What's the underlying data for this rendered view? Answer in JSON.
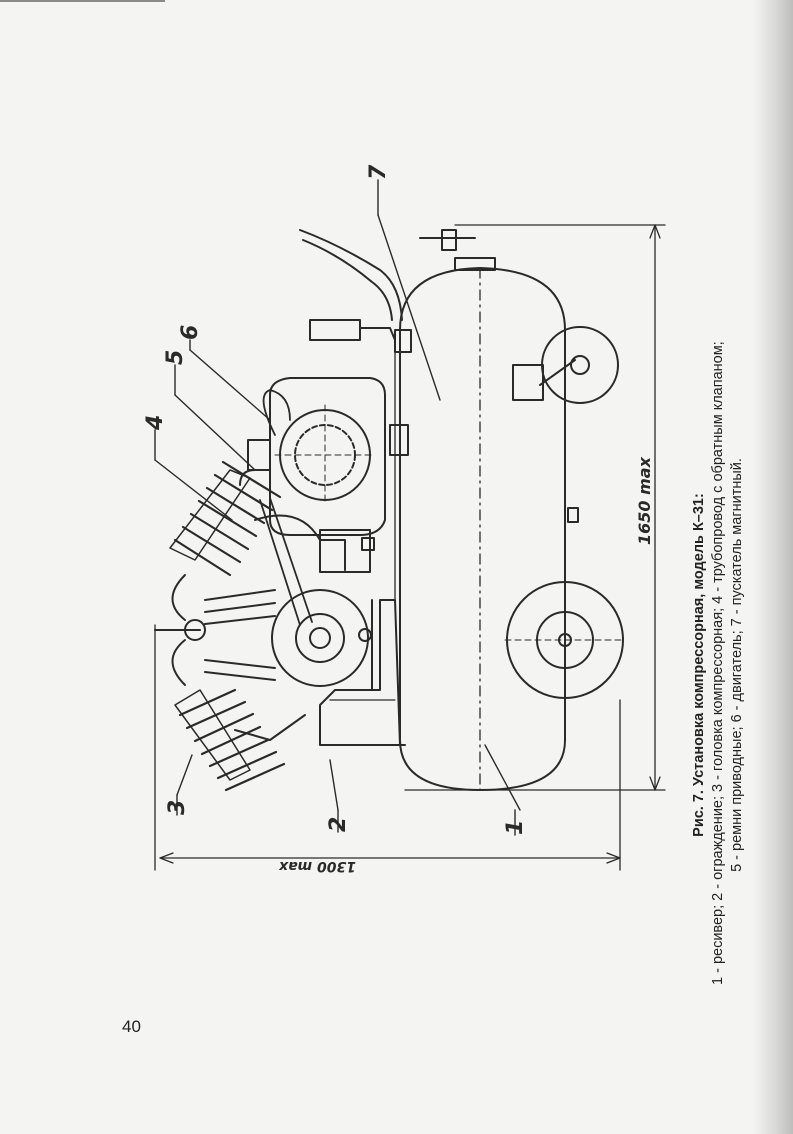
{
  "figure": {
    "callouts": [
      "1",
      "2",
      "3",
      "4",
      "5",
      "6",
      "7"
    ],
    "dimensions": {
      "length_label": "1650 max",
      "height_label": "1300 max"
    }
  },
  "caption": {
    "title": "Рис. 7. Установка компрессорная, модель К–31:",
    "line1": "1 - ресивер; 2 - ограждение; 3 - головка компрессорная; 4 - трубопровод с обратным клапаном;",
    "line2": "5 - ремни приводные; 6 - двигатель; 7 - пускатель магнитный."
  },
  "page_number": "40",
  "colors": {
    "ink": "#2a2a2a",
    "paper": "#f4f4f2"
  }
}
